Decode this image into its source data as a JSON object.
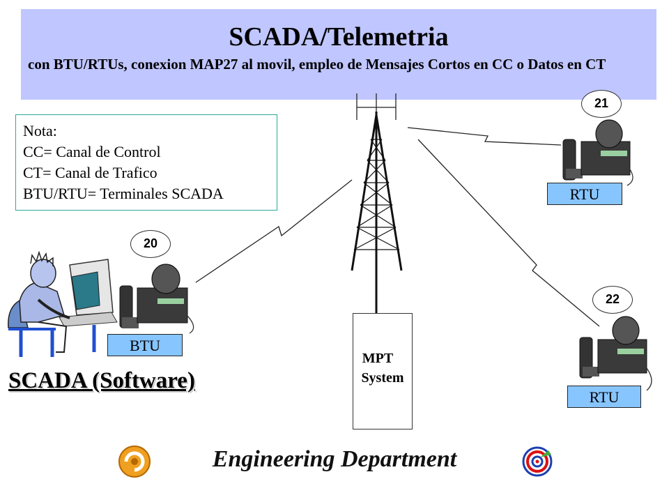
{
  "header": {
    "title": "SCADA/Telemetria",
    "subtitle": "con BTU/RTUs, conexion MAP27 al movil, empleo de Mensajes Cortos en CC o Datos en CT"
  },
  "note": {
    "lines": [
      "Nota:",
      "CC= Canal de Control",
      "CT= Canal de Trafico",
      "BTU/RTU= Terminales SCADA"
    ]
  },
  "devices": [
    {
      "id": "20",
      "label": "BTU"
    },
    {
      "id": "21",
      "label": "RTU"
    },
    {
      "id": "22",
      "label": "RTU"
    }
  ],
  "mpt": {
    "line1": "MPT",
    "line2": "System"
  },
  "scada": {
    "label": "SCADA (Software)"
  },
  "footer": {
    "text": "Engineering Department"
  },
  "logos": {
    "left": "condor-logo",
    "right": "target-logo"
  },
  "colors": {
    "header_bg": "#c0c6ff",
    "label_bg": "#87c5ff",
    "note_border": "#2aa89a"
  }
}
